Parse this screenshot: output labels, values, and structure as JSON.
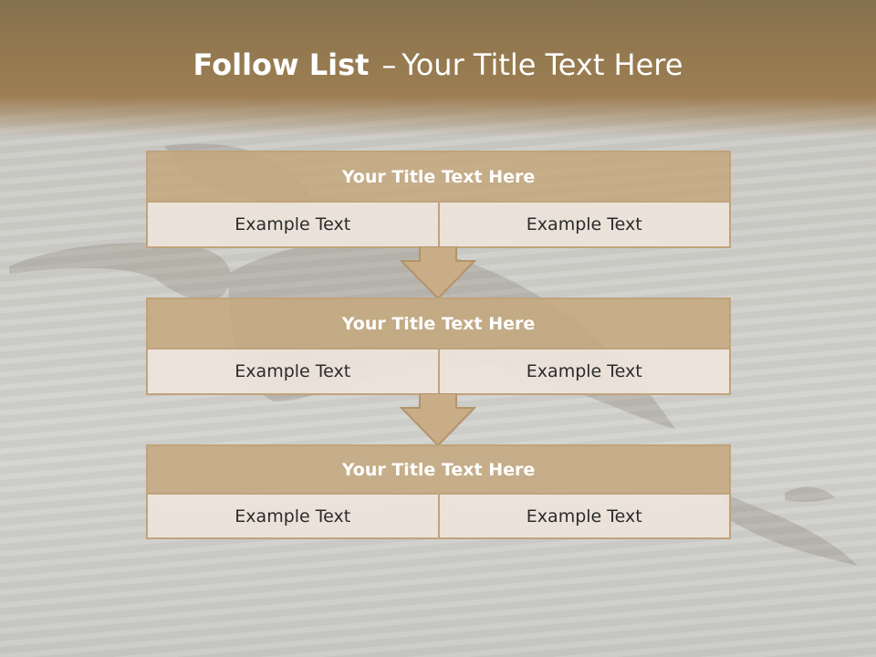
{
  "title": {
    "bold": "Follow List",
    "dash": "–",
    "rest": "Your Title Text Here"
  },
  "steps": [
    {
      "title": "Your Title Text Here",
      "left": "Example Text",
      "right": "Example Text"
    },
    {
      "title": "Your Title Text Here",
      "left": "Example Text",
      "right": "Example Text"
    },
    {
      "title": "Your Title Text Here",
      "left": "Example Text",
      "right": "Example Text"
    }
  ],
  "colors": {
    "header": "#93784f",
    "box_title": "#c4a880",
    "box_border": "#c0a37d",
    "cell": "#ece4da",
    "arrow": "#c9ad86"
  }
}
